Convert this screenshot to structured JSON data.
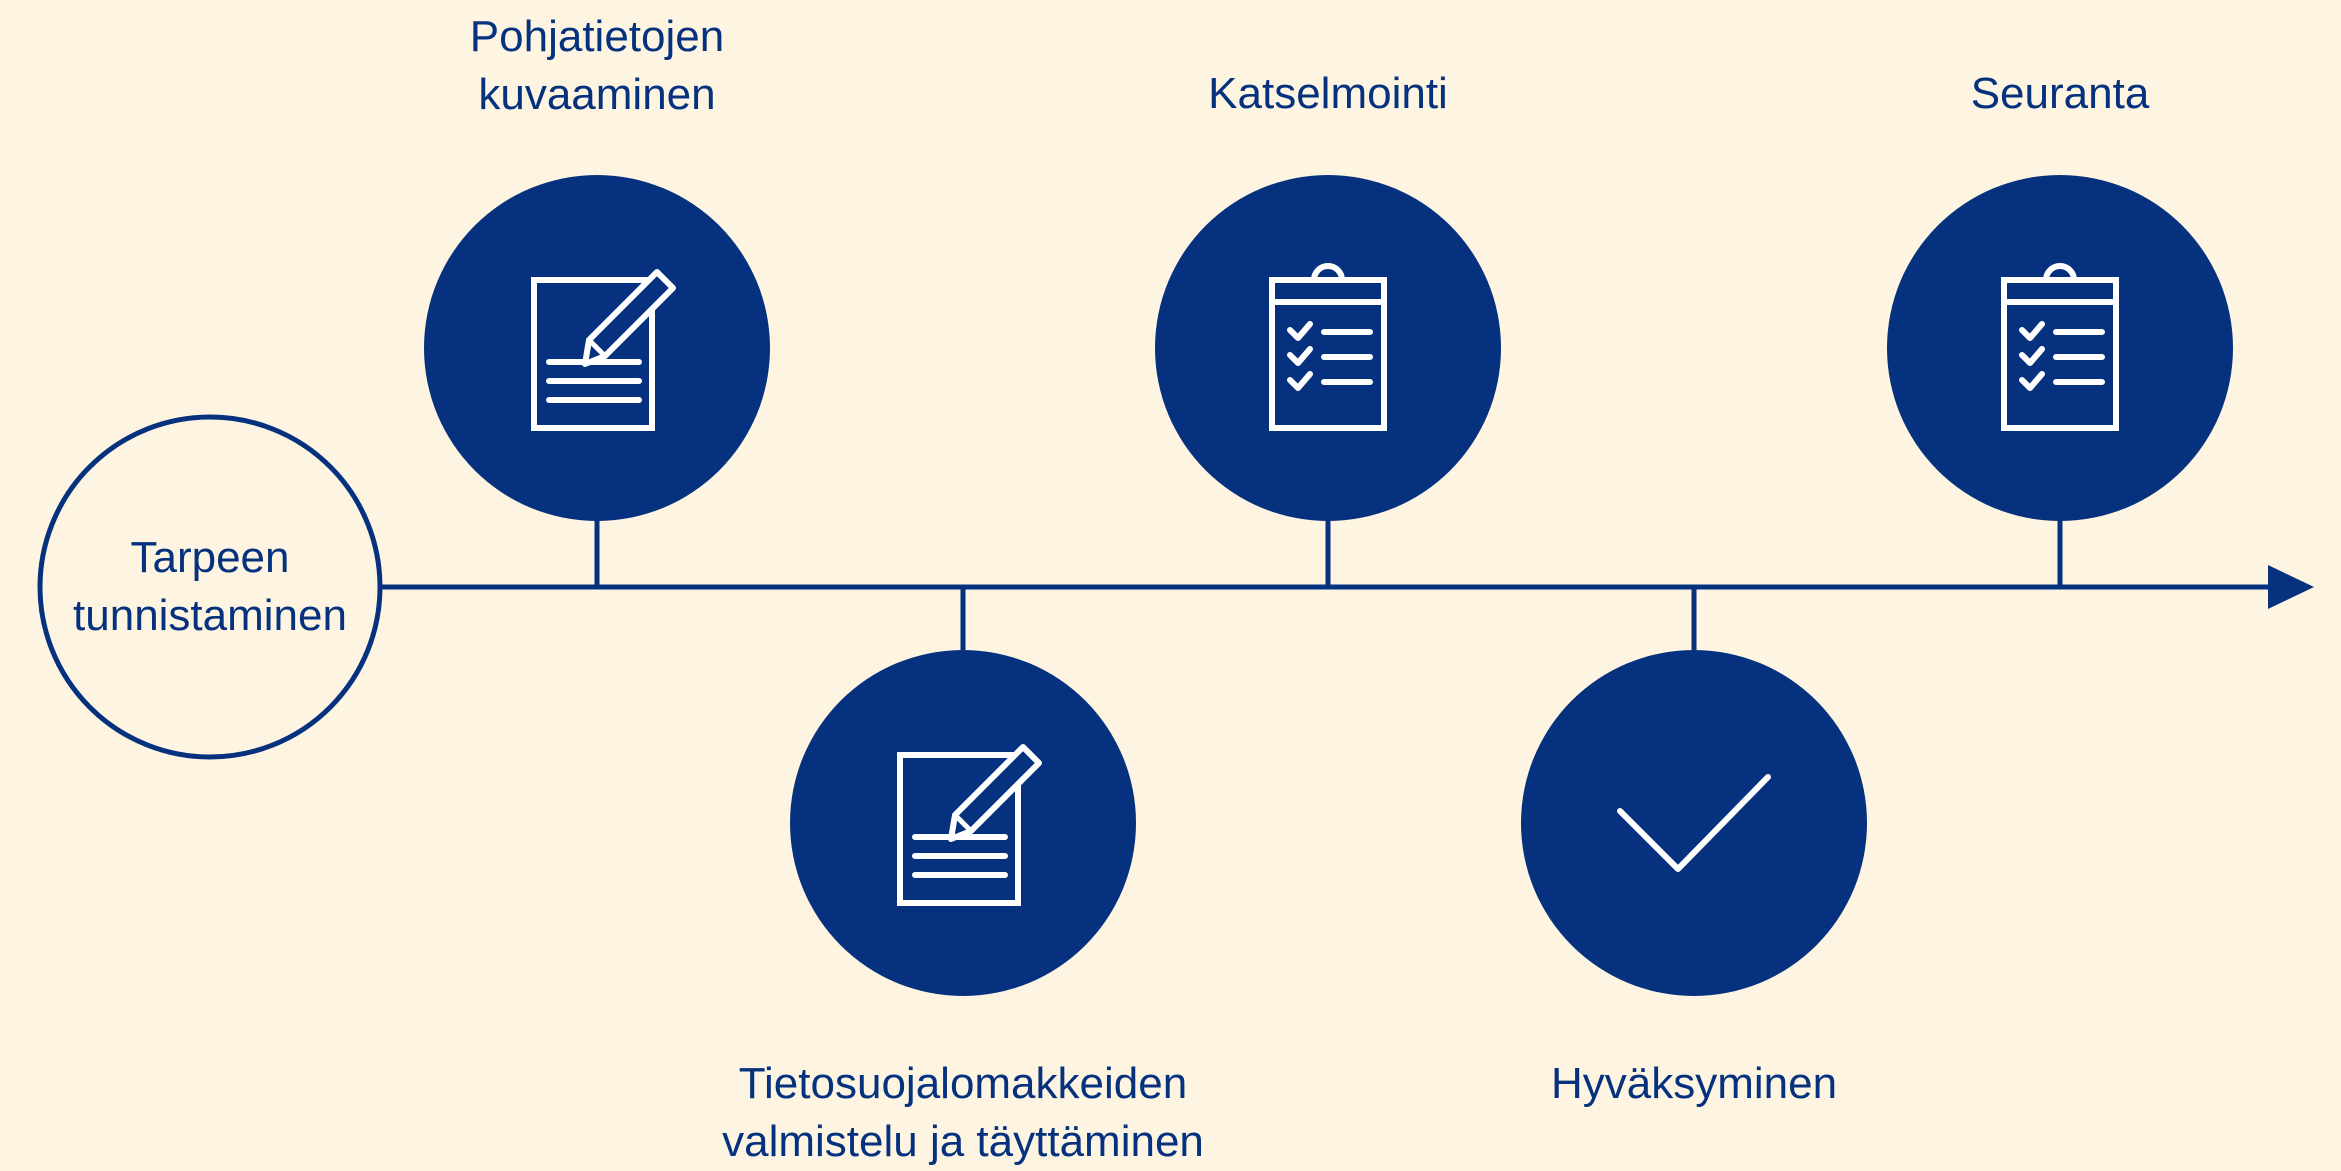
{
  "colors": {
    "navy": "#05317f",
    "background": "#fdf5e1",
    "icon": "#ffffff"
  },
  "start": {
    "label": "Tarpeen\ntunnistaminen"
  },
  "steps": [
    {
      "label": "Pohjatietojen\nkuvaaminen",
      "icon": "document-pencil-icon"
    },
    {
      "label": "Tietosuojalomakkeiden\nvalmistelu ja täyttäminen",
      "icon": "document-pencil-icon"
    },
    {
      "label": "Katselmointi",
      "icon": "clipboard-checklist-icon"
    },
    {
      "label": "Hyväksyminen",
      "icon": "checkmark-icon"
    },
    {
      "label": "Seuranta",
      "icon": "clipboard-checklist-icon"
    }
  ]
}
